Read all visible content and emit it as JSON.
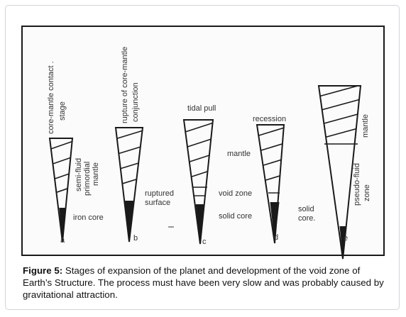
{
  "stages": [
    {
      "letter": "a",
      "labels": {
        "top": [
          "core-mantle contact .",
          "stage"
        ],
        "side": [
          "semi-fluid",
          "primordial",
          "mantle"
        ],
        "bottom": "iron core"
      }
    },
    {
      "letter": "b",
      "labels": {
        "top": [
          "rupture of core-mantle",
          "conjunction"
        ],
        "side": [
          "ruptured",
          "surface"
        ]
      }
    },
    {
      "letter": "c",
      "labels": {
        "top": "tidal pull",
        "mantle": "mantle",
        "void": "void zone",
        "core": "solid core"
      }
    },
    {
      "letter": "d",
      "labels": {
        "top": "recession",
        "core": [
          "solid",
          "core."
        ]
      }
    },
    {
      "letter": "e",
      "labels": {
        "side": [
          "mantle",
          "pseudo-fluid",
          "zone"
        ]
      }
    }
  ],
  "caption": {
    "label": "Figure 5:",
    "text": " Stages of expansion of the planet and development of the void zone of Earth’s Structure. The process must have been very slow and was probably caused by gravitational attraction."
  },
  "colors": {
    "ink": "#1a1a1a",
    "label": "#333333",
    "border": "#cfd4da"
  }
}
